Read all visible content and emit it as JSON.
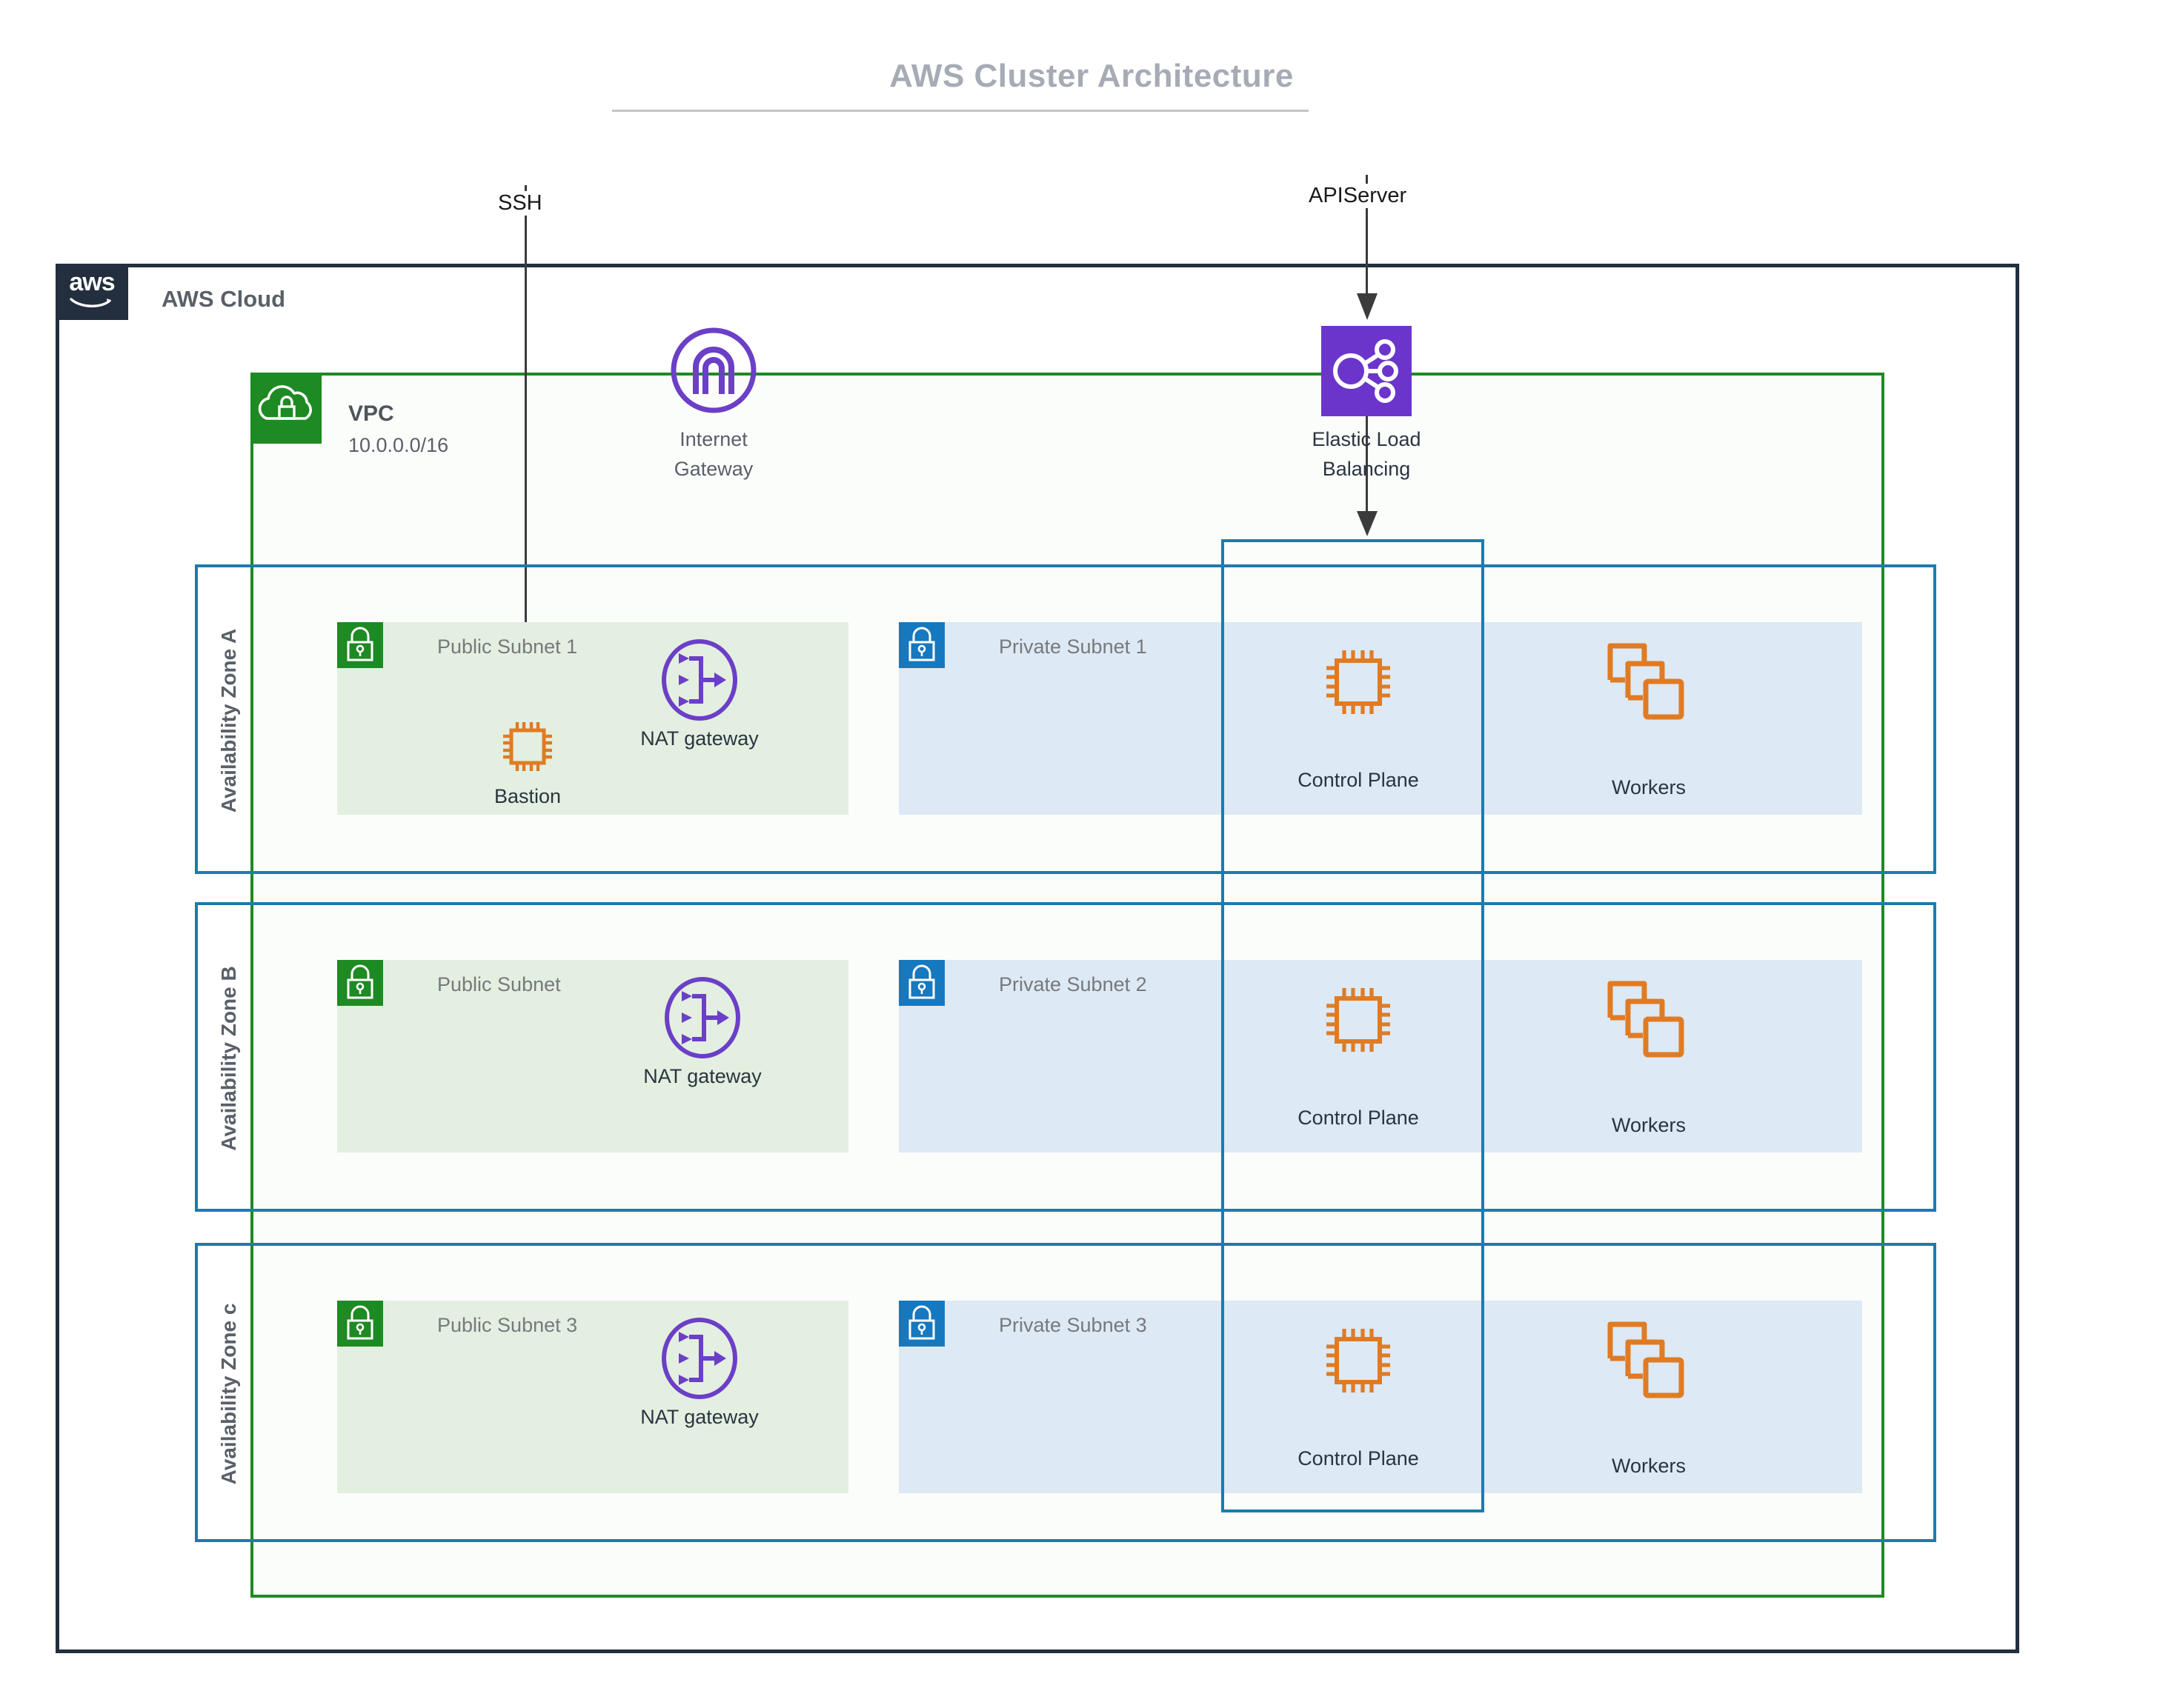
{
  "title": "AWS Cluster Architecture",
  "cloud": {
    "label": "AWS Cloud",
    "logo_text": "aws",
    "border_color": "#232F3E"
  },
  "vpc": {
    "label": "VPC",
    "cidr": "10.0.0.0/16",
    "border_color": "#1E8A23"
  },
  "connectors": [
    {
      "label": "SSH",
      "target": "Bastion"
    },
    {
      "label": "APIServer",
      "target": "Elastic Load Balancing"
    }
  ],
  "top_services": [
    {
      "name": "Internet Gateway",
      "line1": "Internet",
      "line2": "Gateway",
      "icon": "internet-gateway-icon",
      "color": "#6B3FC7"
    },
    {
      "name": "Elastic Load Balancing",
      "line1": "Elastic Load",
      "line2": "Balancing",
      "icon": "elastic-load-balancing-icon",
      "color": "#6B35CC"
    }
  ],
  "control_plane_group": {
    "name": "control-plane-group",
    "border_color": "#1C7BB0"
  },
  "availability_zones": [
    {
      "label": "Availability Zone A",
      "public_subnet": {
        "name": "Public Subnet 1",
        "icon": "lock-icon",
        "color": "#1E8A23"
      },
      "private_subnet": {
        "name": "Private Subnet 1",
        "icon": "lock-icon",
        "color": "#1678BE"
      },
      "nat_gateway": "NAT gateway",
      "bastion": "Bastion",
      "control_plane": "Control Plane",
      "workers": "Workers"
    },
    {
      "label": "Availability Zone B",
      "public_subnet": {
        "name": "Public Subnet",
        "icon": "lock-icon",
        "color": "#1E8A23"
      },
      "private_subnet": {
        "name": "Private Subnet 2",
        "icon": "lock-icon",
        "color": "#1678BE"
      },
      "nat_gateway": "NAT gateway",
      "bastion": null,
      "control_plane": "Control Plane",
      "workers": "Workers"
    },
    {
      "label": "Availability Zone c",
      "public_subnet": {
        "name": "Public Subnet 3",
        "icon": "lock-icon",
        "color": "#1E8A23"
      },
      "private_subnet": {
        "name": "Private Subnet 3",
        "icon": "lock-icon",
        "color": "#1678BE"
      },
      "nat_gateway": "NAT gateway",
      "bastion": null,
      "control_plane": "Control Plane",
      "workers": "Workers"
    }
  ],
  "colors": {
    "aws_navy": "#232F3E",
    "vpc_green": "#1E8A23",
    "az_blue": "#1C7BB0",
    "public_subnet_fill": "#E3EFE0",
    "private_subnet_fill": "#DDE9F4",
    "compute_orange": "#E07B24",
    "network_purple": "#6B3FC7",
    "title_gray": "#A6ABB5"
  }
}
